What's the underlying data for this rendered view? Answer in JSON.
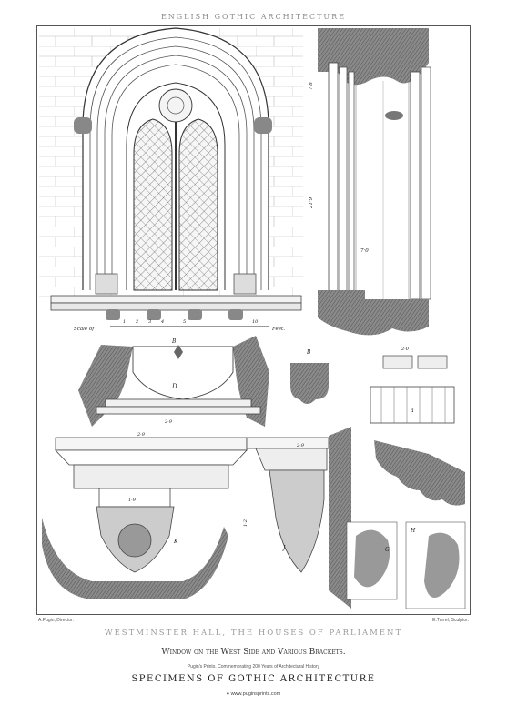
{
  "plate": {
    "header": "ENGLISH GOTHIC ARCHITECTURE",
    "credit_left": "A.Pugin, Director.",
    "credit_right": "E.Turrel, Sculptor.",
    "title": "WESTMINSTER HALL, THE HOUSES OF PARLIAMENT",
    "subtitle": "Window on the West Side and Various Brackets.",
    "tagline": "Pugin's Prints. Commemorating 200 Years of Architectural History",
    "series": "SPECIMENS OF GOTHIC ARCHITECTURE",
    "website": "www.puginsprints.com"
  },
  "drawing": {
    "scale_label": "Scale of",
    "scale_unit": "Feet.",
    "scale_numbers": [
      "1",
      "2",
      "3",
      "4",
      "5",
      "10"
    ],
    "labels": {
      "b1": "B",
      "b2": "B",
      "d": "D",
      "a": "a",
      "k": "K",
      "j": "J",
      "g": "G",
      "h": "H"
    },
    "dimensions": {
      "height_main": "21·9",
      "upper": "7·0",
      "side": "7·8",
      "width_pier": "2·0",
      "width_d": "2·9",
      "width_bracket": "2·9",
      "width_bracket2": "2·9",
      "depth_k": "1·9",
      "depth_j": "1·2"
    }
  }
}
